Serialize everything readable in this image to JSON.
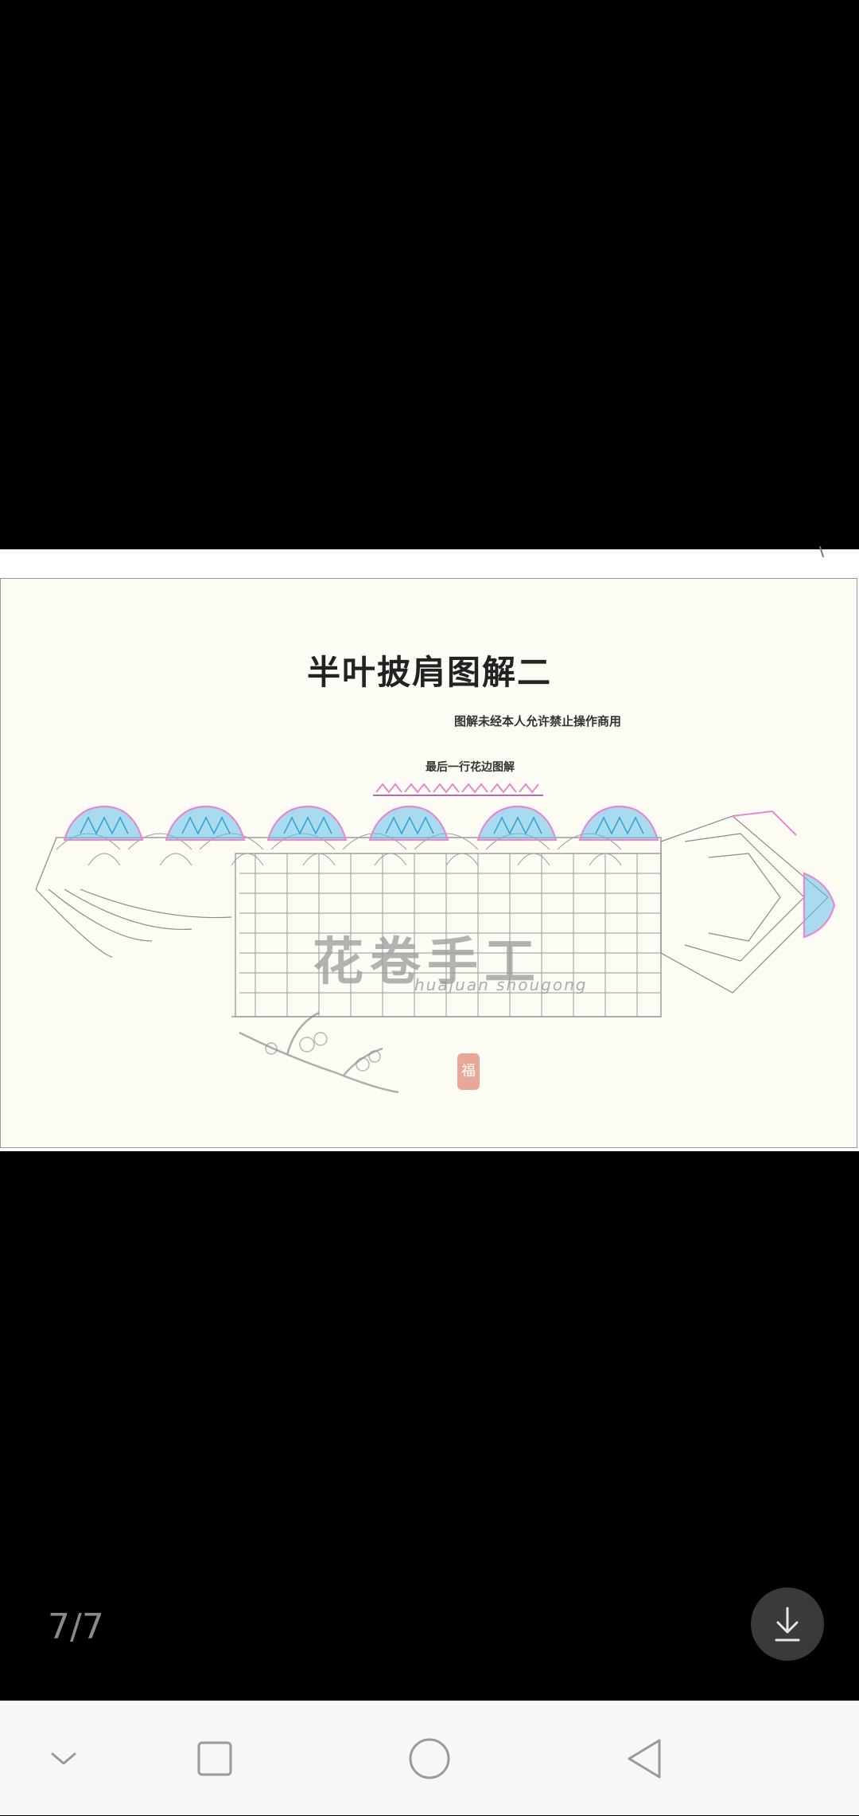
{
  "viewer": {
    "page_indicator": "7/7",
    "background": "#000000"
  },
  "photo": {
    "title": "半叶披肩图解二",
    "copyright_note": "图解未经本人允许禁止操作商用",
    "edge_label": "最后一行花边图解",
    "watermark_brand": "花卷手工",
    "watermark_sub": "huajuan shougong",
    "seal_char": "福",
    "colors": {
      "outline_pink": "#e48ad0",
      "fill_blue": "#63c1e8",
      "stitch_gray": "#8a8a8a",
      "paper": "#fcfbf4"
    }
  },
  "icons": {
    "download": "download-arrow-icon",
    "nav_collapse": "chevron-down-icon",
    "nav_recents": "square-icon",
    "nav_home": "circle-icon",
    "nav_back": "triangle-back-icon"
  }
}
